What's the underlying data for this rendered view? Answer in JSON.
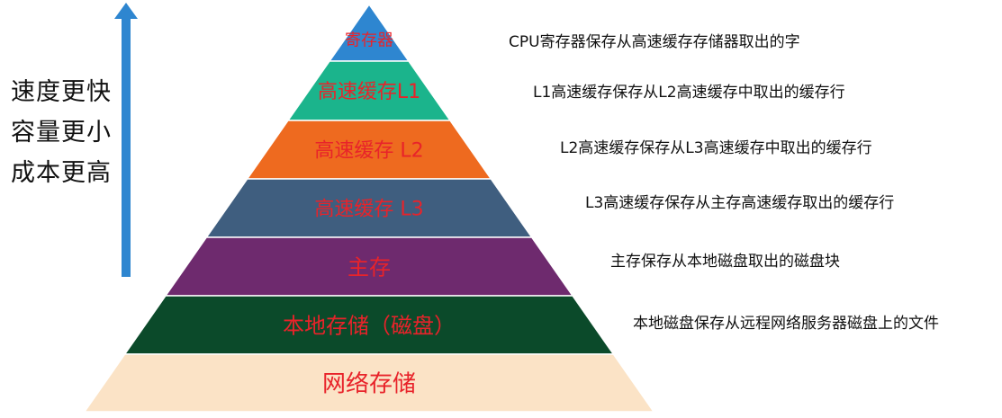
{
  "side_labels": [
    "速度更快",
    "容量更小",
    "成本更高"
  ],
  "arrow_color": "#2e86d0",
  "text_color": "#e8232a",
  "levels": [
    {
      "label": "寄存器",
      "fill": "#2e86d0",
      "desc": "CPU寄存器保存从高速缓存存储器取出的字"
    },
    {
      "label": "高速缓存L1",
      "fill": "#1bb48c",
      "desc": "L1高速缓存保存从L2高速缓存中取出的缓存行"
    },
    {
      "label": "高速缓存 L2",
      "fill": "#ee6a1f",
      "desc": "L2高速缓存保存从L3高速缓存中取出的缓存行"
    },
    {
      "label": "高速缓存 L3",
      "fill": "#3f5e7f",
      "desc": "L3高速缓存保存从主存高速缓存取出的缓存行"
    },
    {
      "label": "主存",
      "fill": "#6e2a6e",
      "desc": "主存保存从本地磁盘取出的磁盘块"
    },
    {
      "label": "本地存储（磁盘）",
      "fill": "#0b4a2a",
      "desc": "本地磁盘保存从远程网络服务器磁盘上的文件"
    },
    {
      "label": "网络存储",
      "fill": "#fbe3c6",
      "desc": ""
    }
  ]
}
